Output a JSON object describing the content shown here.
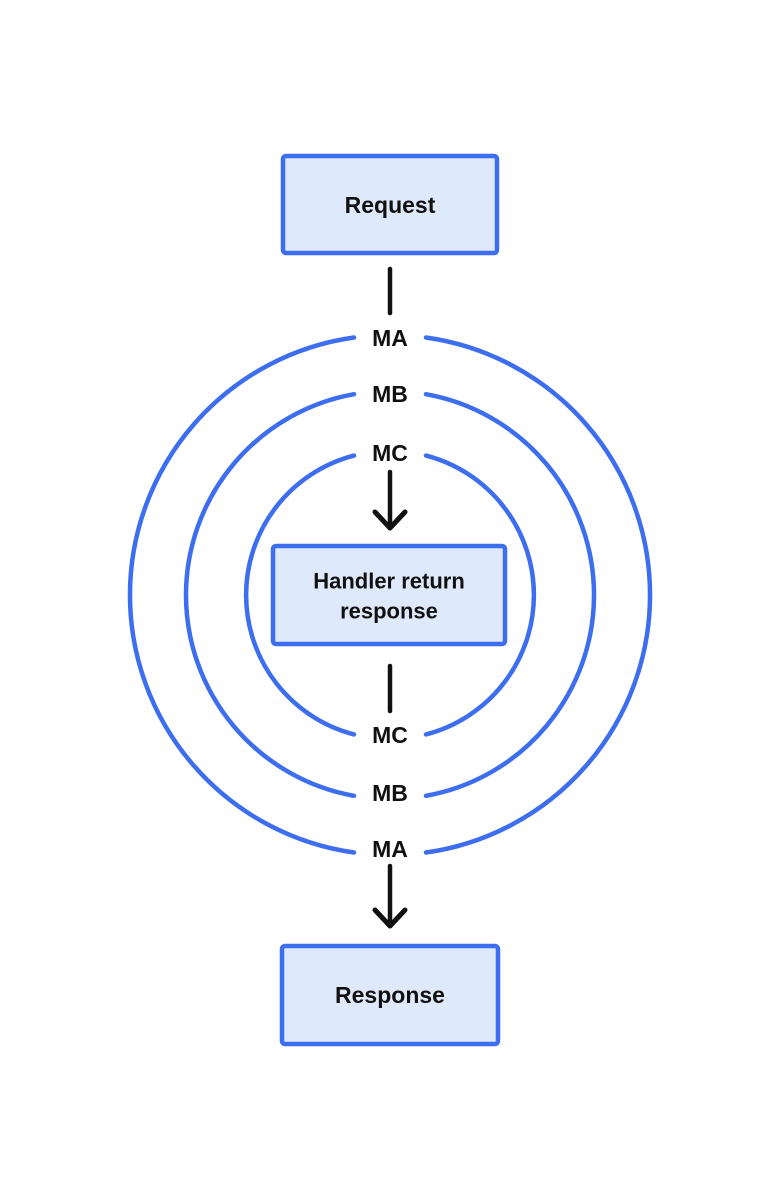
{
  "diagram": {
    "request_label": "Request",
    "response_label": "Response",
    "handler_lines": [
      "Handler return",
      "response"
    ],
    "middleware_top": [
      "MA",
      "MB",
      "MC"
    ],
    "middleware_bottom": [
      "MC",
      "MB",
      "MA"
    ],
    "colors": {
      "ring_stroke": "#3d6ef0",
      "box_border": "#3d6ef0",
      "box_fill": "#dfe9fc",
      "arrow": "#111111",
      "label": "#111111",
      "background": "#ffffff"
    }
  }
}
